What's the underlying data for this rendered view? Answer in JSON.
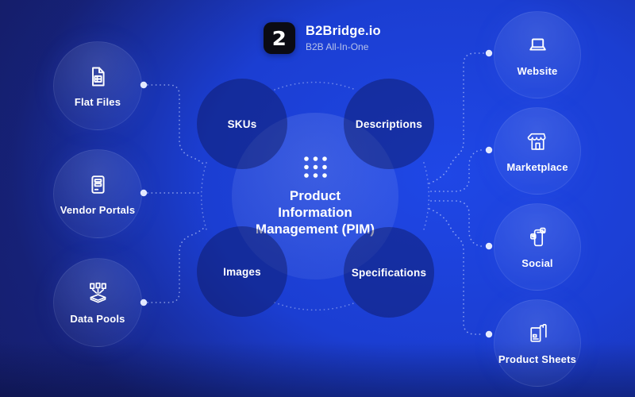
{
  "brand": {
    "name": "B2Bridge.io",
    "tagline": "B2B All-In-One",
    "logo_glyph": "2"
  },
  "hub": {
    "icon": "dots-grid-icon",
    "title_lines": [
      "Product",
      "Information",
      "Management (PIM)"
    ]
  },
  "facets": [
    {
      "label": "SKUs"
    },
    {
      "label": "Descriptions"
    },
    {
      "label": "Images"
    },
    {
      "label": "Specifications"
    }
  ],
  "sources": [
    {
      "label": "Flat Files",
      "icon": "flat-file-icon"
    },
    {
      "label": "Vendor Portals",
      "icon": "vendor-portal-icon"
    },
    {
      "label": "Data Pools",
      "icon": "data-pool-icon"
    }
  ],
  "channels": [
    {
      "label": "Website",
      "icon": "laptop-icon"
    },
    {
      "label": "Marketplace",
      "icon": "storefront-icon"
    },
    {
      "label": "Social",
      "icon": "social-phone-icon"
    },
    {
      "label": "Product Sheets",
      "icon": "product-sheets-icon"
    }
  ],
  "colors": {
    "background_dark": "#141a5e",
    "background_bright": "#1f47e6",
    "node_text": "#ffffff",
    "tagline_text": "#b7c2ea",
    "logo_background": "#0b0b13",
    "connector": "#cdd8ff"
  }
}
